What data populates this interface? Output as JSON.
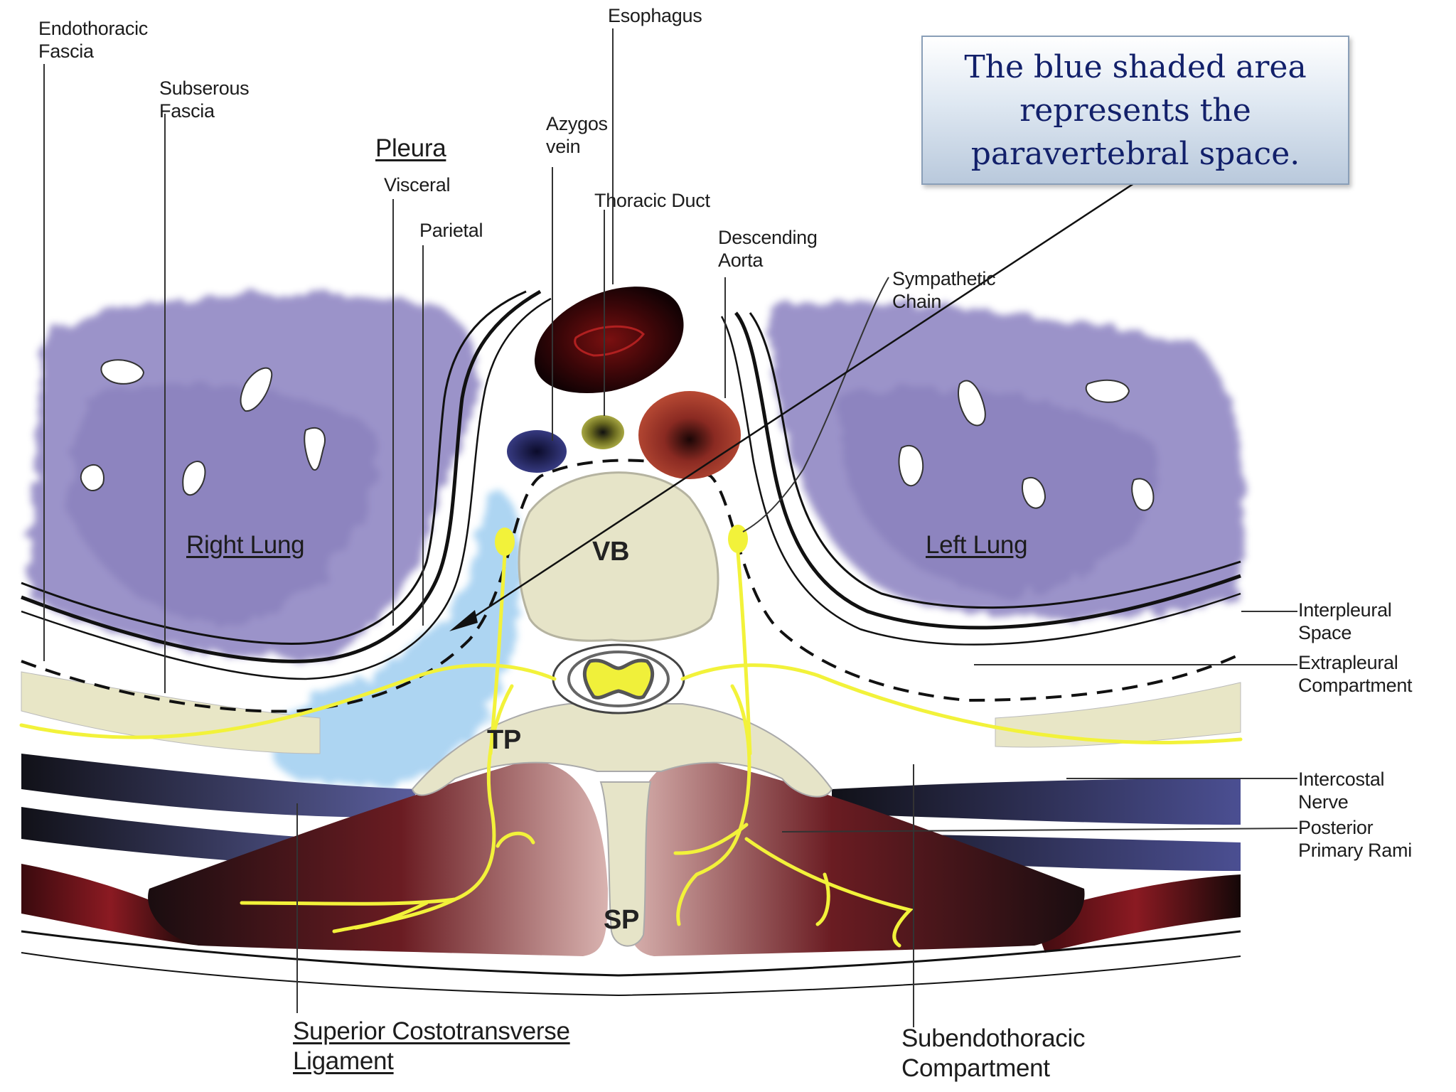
{
  "callout": {
    "text": "The blue shaded area\nrepresents the\nparavertebral space."
  },
  "labels": {
    "endothoracic_fascia": "Endothoracic\nFascia",
    "esophagus": "Esophagus",
    "subserous_fascia": "Subserous\nFascia",
    "azygos_vein": "Azygos\nvein",
    "pleura": "Pleura",
    "visceral": "Visceral",
    "thoracic_duct": "Thoracic Duct",
    "parietal": "Parietal",
    "descending_aorta": "Descending\nAorta",
    "sympathetic_chain": "Sympathetic\nChain",
    "right_lung": "Right Lung",
    "left_lung": "Left Lung",
    "vb": "VB",
    "tp": "TP",
    "sp": "SP",
    "interpleural_space": "Interpleural\nSpace",
    "extrapleural_compartment": "Extrapleural\nCompartment",
    "intercostal_nerve": "Intercostal\nNerve",
    "posterior_primary_rami": "Posterior\nPrimary Rami",
    "superior_costotransverse_ligament": "Superior Costotransverse\nLigament",
    "subendothoracic_compartment": "Subendothoracic\nCompartment"
  },
  "colors": {
    "lung_purple": "#7a6fb8",
    "paravertebral_blue": "#a9d3f2",
    "bone_fill": "#e6e4c8",
    "nerve_yellow": "#f2f23a",
    "muscle_red": "#7a1c22",
    "callout_text": "#12206a"
  }
}
